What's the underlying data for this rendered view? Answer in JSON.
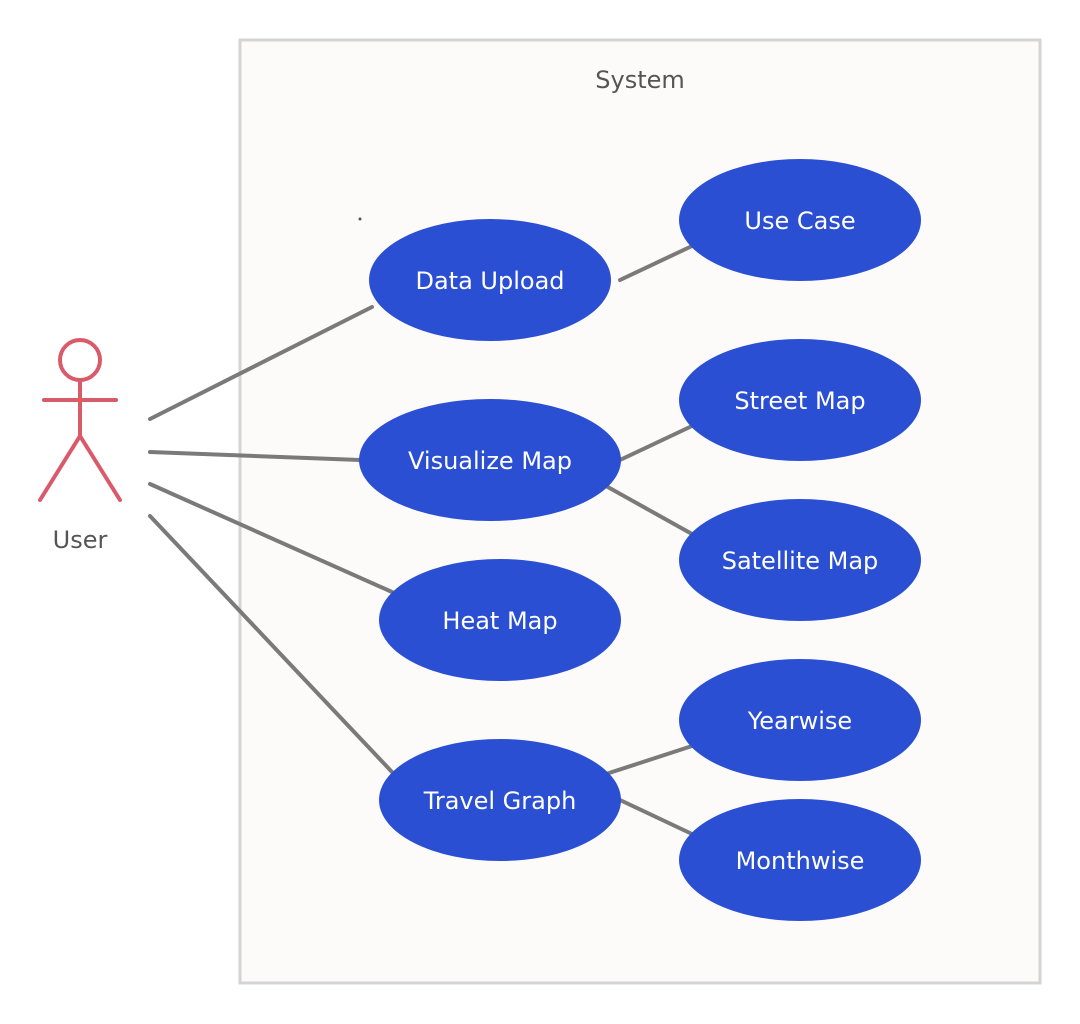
{
  "system": {
    "title": "System"
  },
  "actor": {
    "name": "User",
    "icon": "stick-figure-icon"
  },
  "use_cases": {
    "data_upload": "Data Upload",
    "use_case": "Use Case",
    "visualize_map": "Visualize Map",
    "street_map": "Street Map",
    "satellite_map": "Satellite Map",
    "heat_map": "Heat Map",
    "travel_graph": "Travel Graph",
    "yearwise": "Yearwise",
    "monthwise": "Monthwise"
  },
  "associations": [
    {
      "from": "User",
      "to": "Data Upload"
    },
    {
      "from": "User",
      "to": "Visualize Map"
    },
    {
      "from": "User",
      "to": "Heat Map"
    },
    {
      "from": "User",
      "to": "Travel Graph"
    },
    {
      "from": "Data Upload",
      "to": "Use Case"
    },
    {
      "from": "Visualize Map",
      "to": "Street Map"
    },
    {
      "from": "Visualize Map",
      "to": "Satellite Map"
    },
    {
      "from": "Travel Graph",
      "to": "Yearwise"
    },
    {
      "from": "Travel Graph",
      "to": "Monthwise"
    }
  ],
  "colors": {
    "use_case_fill": "#2b4fd3",
    "use_case_text": "#ffffff",
    "actor_stroke": "#d95b6a",
    "line": "#7a7a7a",
    "system_fill": "#fcfbfa",
    "system_border": "#d4d4d4"
  }
}
